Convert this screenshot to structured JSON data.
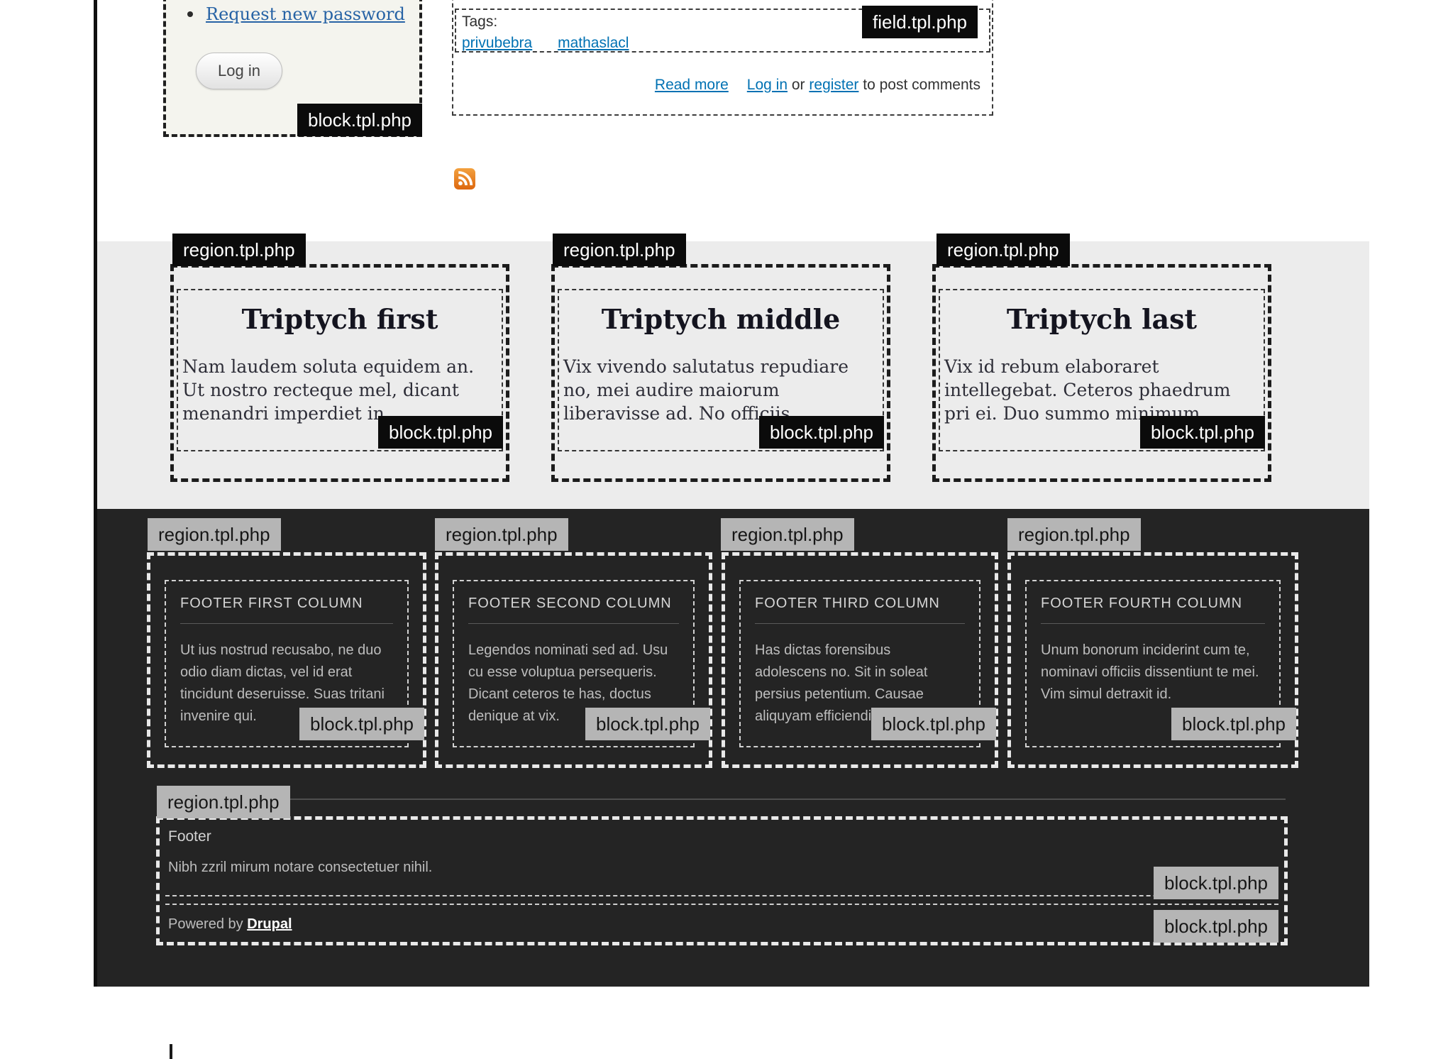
{
  "labels": {
    "region": "region.tpl.php",
    "block": "block.tpl.php",
    "field": "field.tpl.php"
  },
  "login_block": {
    "link_label": "Request new password",
    "button_label": "Log in"
  },
  "content": {
    "tags_title": "Tags:",
    "tag_links": [
      "privubebra",
      "mathaslacl"
    ],
    "read_more": "Read more",
    "login_link": "Log in",
    "or_text": "or",
    "register_link": "register",
    "post_comments_text": "to post comments"
  },
  "icons": {
    "feed": "rss-icon"
  },
  "triptych": {
    "columns": [
      {
        "title": "Triptych first",
        "body": "Nam laudem soluta equidem an. Ut nostro recteque mel, dicant menandri imperdiet in."
      },
      {
        "title": "Triptych middle",
        "body": "Vix vivendo salutatus repudiare no, mei audire maiorum liberavisse ad. No officiis."
      },
      {
        "title": "Triptych last",
        "body": "Vix id rebum elaboraret intellegebat. Ceteros phaedrum pri ei. Duo summo minimum."
      }
    ]
  },
  "footer": {
    "columns": [
      {
        "title": "FOOTER FIRST COLUMN",
        "body": "Ut ius nostrud recusabo, ne duo odio diam dictas, vel id erat tincidunt deseruisse. Suas tritani invenire qui."
      },
      {
        "title": "FOOTER SECOND COLUMN",
        "body": "Legendos nominati sed ad. Usu cu esse voluptua persequeris. Dicant ceteros te has, doctus denique at vix."
      },
      {
        "title": "FOOTER THIRD COLUMN",
        "body": "Has dictas forensibus adolescens no. Sit in soleat persius petentium. Causae aliquyam efficiendi sit no."
      },
      {
        "title": "FOOTER FOURTH COLUMN",
        "body": "Unum bonorum inciderint cum te, nominavi officiis dissentiunt te mei. Vim simul detraxit id."
      }
    ],
    "bottom": {
      "title": "Footer",
      "body": "Nibh zzril mirum notare consectetuer nihil.",
      "powered_by": "Powered by",
      "drupal_link": "Drupal"
    }
  },
  "colors": {
    "link_blue": "#0071b3",
    "band_bg": "#ececec",
    "footer_bg": "#242424",
    "label_black_bg": "#0b0b0b",
    "label_gray_bg": "#b5b5b5",
    "rss_orange": "#e8791c"
  }
}
